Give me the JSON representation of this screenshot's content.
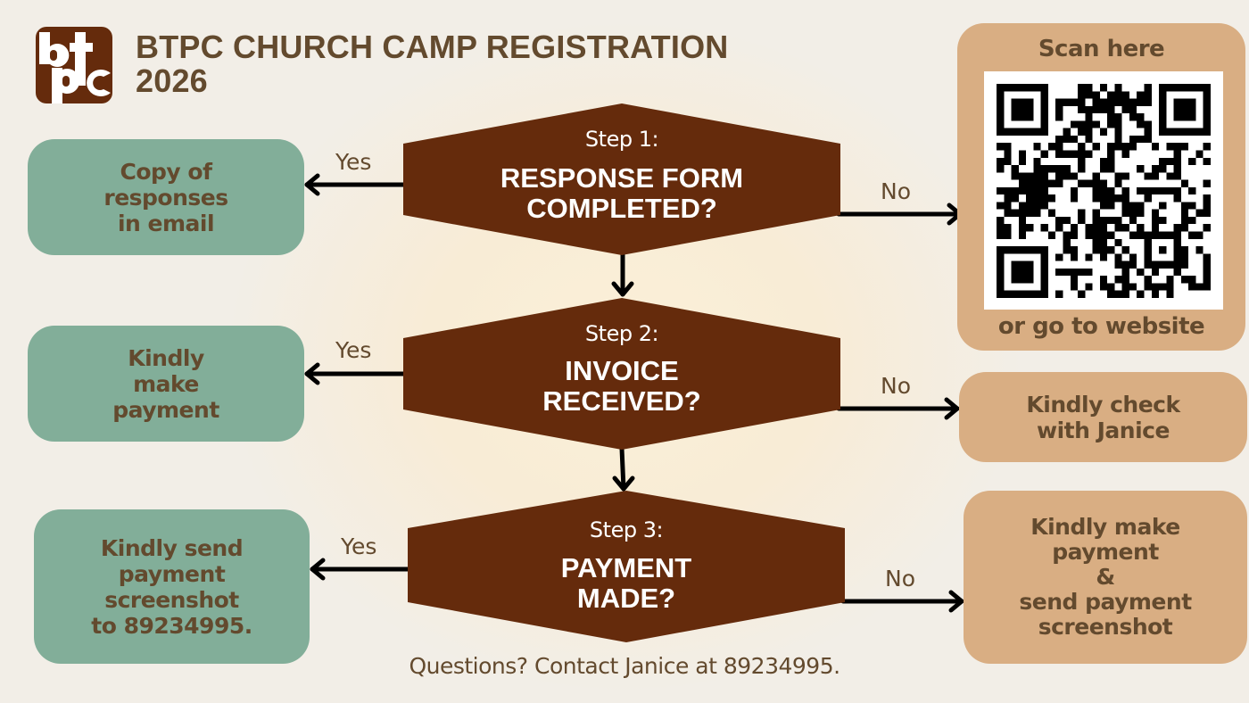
{
  "header": {
    "logo_text": "btpc",
    "title_line1": "BTPC CHURCH CAMP REGISTRATION",
    "title_line2": "2026"
  },
  "colors": {
    "background": "#f2eee7",
    "decision_fill": "#652b0c",
    "yes_box_fill": "#82ae99",
    "no_box_fill": "#d9ae83",
    "text_brown": "#634a2e",
    "arrow": "#000000"
  },
  "steps": [
    {
      "step_label": "Step 1:",
      "question": "RESPONSE FORM\nCOMPLETED?",
      "yes_label": "Yes",
      "no_label": "No",
      "yes_outcome": "Copy of\nresponses\nin email"
    },
    {
      "step_label": "Step 2:",
      "question": "INVOICE\nRECEIVED?",
      "yes_label": "Yes",
      "no_label": "No",
      "yes_outcome": "Kindly\nmake\npayment",
      "no_outcome": "Kindly check\nwith Janice"
    },
    {
      "step_label": "Step 3:",
      "question": "PAYMENT\nMADE?",
      "yes_label": "Yes",
      "no_label": "No",
      "yes_outcome": "Kindly send\npayment\nscreenshot\nto 89234995.",
      "no_outcome": "Kindly make\npayment\n&\nsend payment\nscreenshot"
    }
  ],
  "qr_card": {
    "heading": "Scan here",
    "footer": "or go to website",
    "icon": "qr-code-icon"
  },
  "footer": {
    "contact": "Questions? Contact Janice at 89234995."
  }
}
